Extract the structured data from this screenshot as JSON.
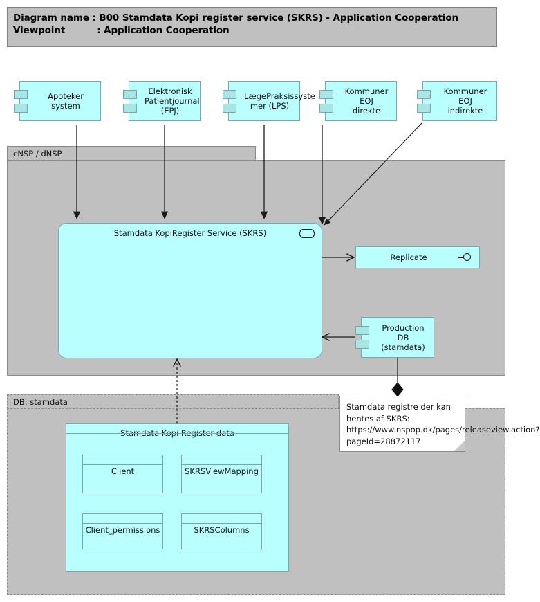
{
  "header": {
    "line1": "Diagram name : B00 Stamdata Kopi register service (SKRS) - Application Cooperation",
    "line2": "Viewpoint          : Application Cooperation"
  },
  "colors": {
    "element_fill": "#b9ffff",
    "element_border": "#7aa8ad",
    "group_fill": "#c0c0c0",
    "group_border": "#8a8a8a",
    "note_fill": "#ffffff",
    "connector": "#1a1a1a",
    "canvas": "#ffffff"
  },
  "external_components": [
    {
      "id": "apoteker",
      "label": "Apoteker system"
    },
    {
      "id": "epj",
      "label": "Elektronisk\nPatientjournal\n(EPJ)"
    },
    {
      "id": "lps",
      "label": "LægePraksissyste\nmer (LPS)"
    },
    {
      "id": "eoj_direkte",
      "label": "Kommuner EOJ\ndirekte"
    },
    {
      "id": "eoj_indirekte",
      "label": "Kommuner EOJ\nindirekte"
    }
  ],
  "groups": [
    {
      "id": "cnsp",
      "label": "cNSP / dNSP",
      "border": "solid"
    },
    {
      "id": "stamdata",
      "label": "DB: stamdata",
      "border": "dashed"
    }
  ],
  "service": {
    "label": "Stamdata KopiRegister Service (SKRS)",
    "icon": "application-service-icon"
  },
  "interface": {
    "label": "Replicate",
    "icon": "application-interface-icon"
  },
  "database": {
    "label": "Production DB\n(stamdata)"
  },
  "data_container": {
    "label": "Stamdata Kopi Register data"
  },
  "data_objects": [
    {
      "id": "client",
      "label": "Client"
    },
    {
      "id": "skrsviewmapping",
      "label": "SKRSViewMapping"
    },
    {
      "id": "client_permissions",
      "label": "Client_permissions"
    },
    {
      "id": "skrscolumns",
      "label": "SKRSColumns"
    }
  ],
  "note": {
    "text": "Stamdata registre der kan hentes af SKRS: https://www.nspop.dk/pages/releaseview.action?pageId=28872117"
  },
  "connections": [
    {
      "from": "apoteker",
      "to": "service",
      "style": "solid-arrow"
    },
    {
      "from": "epj",
      "to": "service",
      "style": "solid-arrow"
    },
    {
      "from": "lps",
      "to": "service",
      "style": "solid-arrow"
    },
    {
      "from": "eoj_direkte",
      "to": "service",
      "style": "solid-arrow"
    },
    {
      "from": "eoj_indirekte",
      "to": "service",
      "style": "solid-arrow"
    },
    {
      "from": "service",
      "to": "interface",
      "style": "solid-arrow"
    },
    {
      "from": "database",
      "to": "service",
      "style": "solid-arrow"
    },
    {
      "from": "database",
      "to": "note",
      "style": "diamond"
    },
    {
      "from": "data_container",
      "to": "service",
      "style": "dashed-arrow"
    },
    {
      "from": "client",
      "to": "client_permissions",
      "style": "plain"
    },
    {
      "from": "skrsviewmapping",
      "to": "skrscolumns",
      "style": "plain"
    }
  ]
}
